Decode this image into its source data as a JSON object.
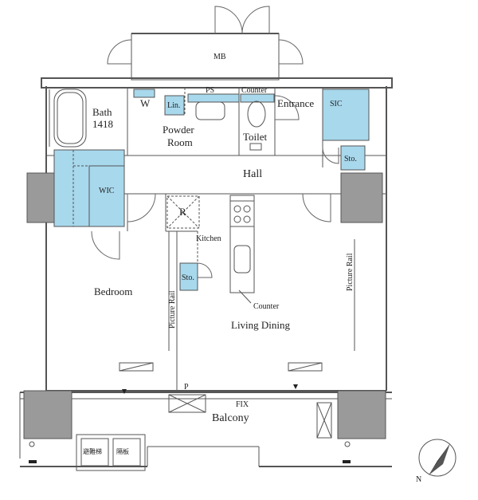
{
  "rooms": {
    "mb": "MB",
    "ps": "PS",
    "counter_top": "Counter",
    "entrance": "Entrance",
    "sic": "SIC",
    "bath_1": "Bath",
    "bath_2": "1418",
    "w": "W",
    "lin": "Lin.",
    "powder_1": "Powder",
    "powder_2": "Room",
    "toilet": "Toilet",
    "sto_entrance": "Sto.",
    "hall": "Hall",
    "wic": "WIC",
    "r": "R",
    "kitchen": "Kitchen",
    "sto_kitchen": "Sto.",
    "bedroom": "Bedroom",
    "counter_bottom": "Counter",
    "living_dining": "Living Dining",
    "picture_rail_left": "Picture Rail",
    "picture_rail_right": "Picture Rail",
    "p": "P",
    "fix": "FIX",
    "balcony": "Balcony",
    "unit_left": "避難梯",
    "unit_right": "隔板"
  },
  "compass": {
    "label": "N"
  },
  "colors": {
    "fixture": "#a8d8ec",
    "column": "#9a9a9a",
    "wall": "#555555"
  }
}
